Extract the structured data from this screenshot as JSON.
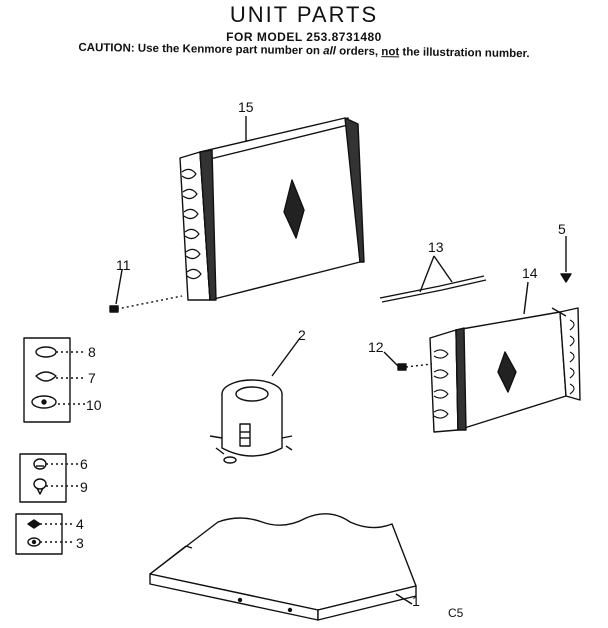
{
  "header": {
    "title": "UNIT PARTS",
    "model_line": "FOR MODEL 253.8731480",
    "caution_prefix": "CAUTION:",
    "caution_part1": "Use the Kenmore part number on",
    "caution_all": "all",
    "caution_part2": "orders,",
    "caution_not": "not",
    "caution_part3": "the illustration number."
  },
  "callouts": {
    "c1": "1",
    "c2": "2",
    "c3": "3",
    "c4": "4",
    "c5": "5",
    "c6": "6",
    "c7": "7",
    "c8": "8",
    "c9": "9",
    "c10": "10",
    "c11": "11",
    "c12": "12",
    "c13": "13",
    "c14": "14",
    "c15": "15"
  },
  "page_code": "C5"
}
